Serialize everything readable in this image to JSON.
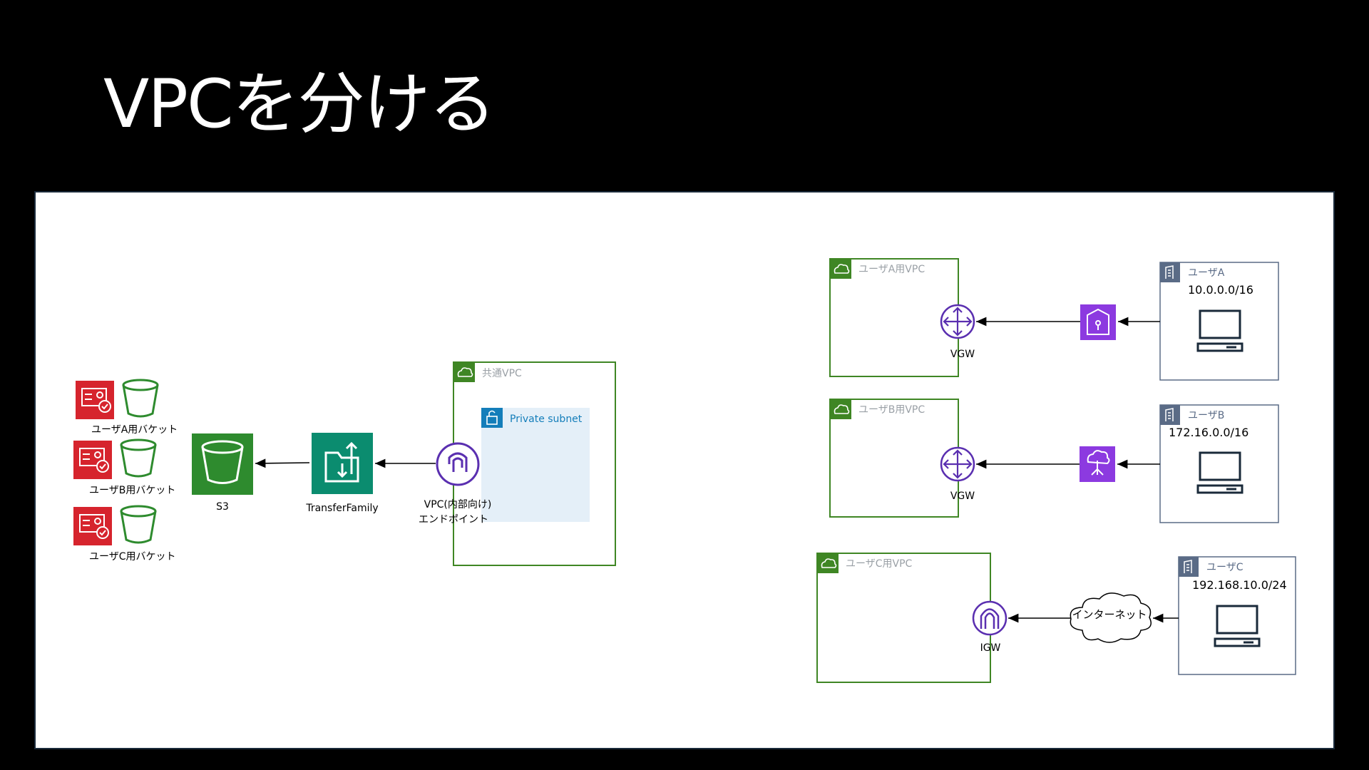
{
  "slide": {
    "title": "VPCを分ける"
  },
  "left": {
    "buckets": [
      {
        "label": "ユーザA用バケット"
      },
      {
        "label": "ユーザB用バケット"
      },
      {
        "label": "ユーザC用バケット"
      }
    ],
    "s3_label": "S3",
    "transfer_label": "TransferFamily",
    "shared_vpc": {
      "label": "共通VPC",
      "subnet_label": "Private subnet"
    },
    "endpoint_label_1": "VPC(内部向け)",
    "endpoint_label_2": "エンドポイント"
  },
  "right": {
    "vpcs": [
      {
        "label": "ユーザA用VPC",
        "gateway": "VGW"
      },
      {
        "label": "ユーザB用VPC",
        "gateway": "VGW"
      },
      {
        "label": "ユーザC用VPC",
        "gateway": "IGW"
      }
    ],
    "users": [
      {
        "name": "ユーザA",
        "cidr": "10.0.0.0/16"
      },
      {
        "name": "ユーザB",
        "cidr": "172.16.0.0/16"
      },
      {
        "name": "ユーザC",
        "cidr": "192.168.10.0/24"
      }
    ],
    "internet_label": "インターネット"
  },
  "colors": {
    "aws_green": "#3f8624",
    "s3_green": "#2e8b2e",
    "transfer_teal": "#0b8c6f",
    "iam_red": "#d6242d",
    "network_purple": "#5a2fb0",
    "vpn_purple": "#8c3ae0",
    "subnet_blue": "#147eba",
    "user_box_gray": "#5a6b86"
  }
}
